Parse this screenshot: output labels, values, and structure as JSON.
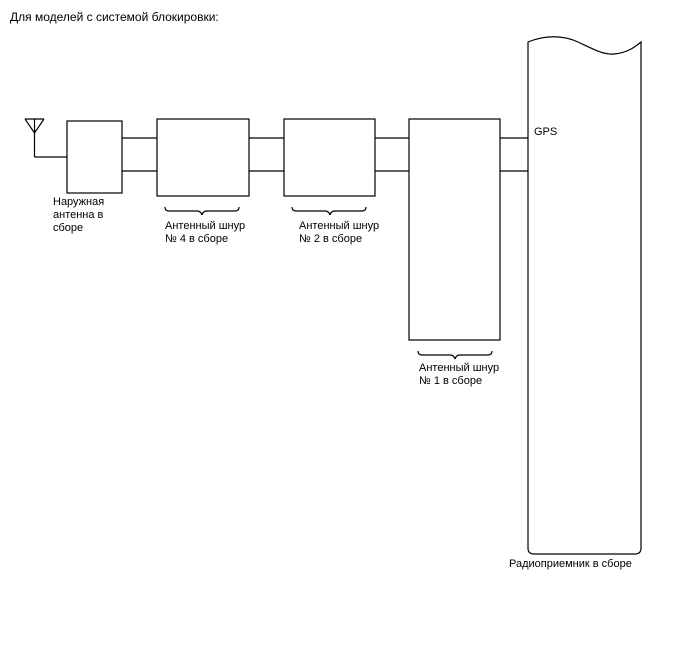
{
  "title": "Для моделей с системой блокировки:",
  "labels": {
    "outer_antenna": [
      "Наружная",
      "антенна в",
      "сборе"
    ],
    "cord_4": [
      "Антенный шнур",
      "№ 4 в сборе"
    ],
    "cord_2": [
      "Антенный шнур",
      "№ 2 в сборе"
    ],
    "cord_1": [
      "Антенный шнур",
      "№ 1 в сборе"
    ],
    "gps": "GPS",
    "receiver": "Радиоприемник в сборе"
  },
  "colors": {
    "line": "#000000",
    "background": "#ffffff"
  }
}
